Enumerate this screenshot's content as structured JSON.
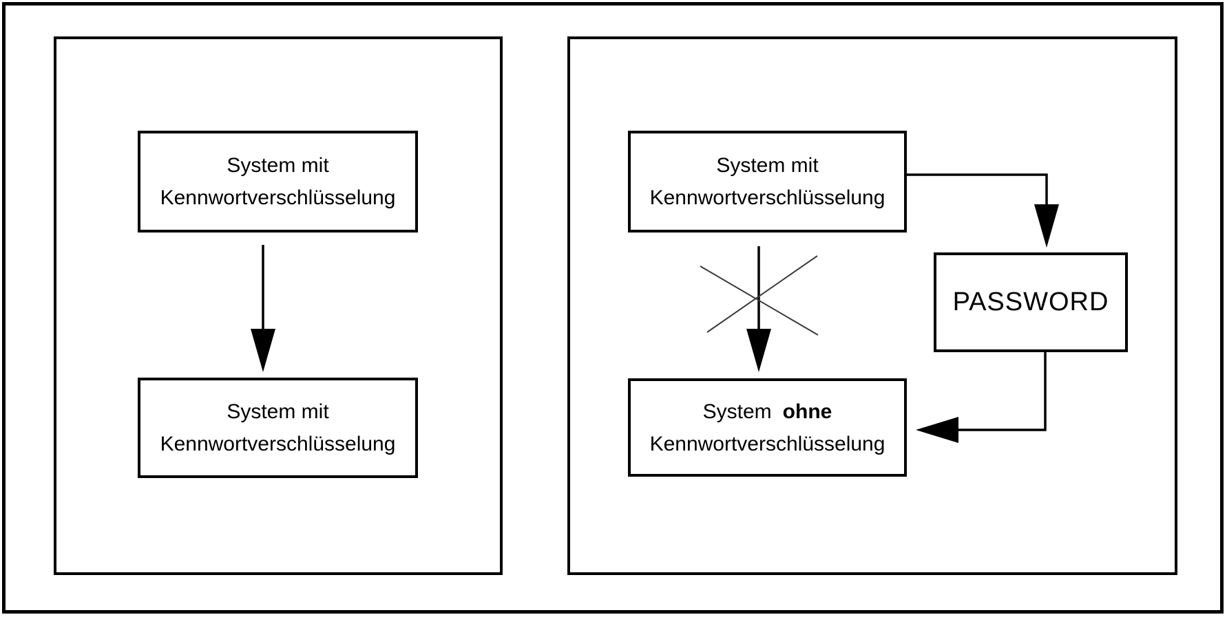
{
  "figure": {
    "left_panel": {
      "top_box": {
        "line1": "System mit",
        "line2": "Kennwortverschlüsselung"
      },
      "bottom_box": {
        "line1": "System mit",
        "line2": "Kennwortverschlüsselung"
      }
    },
    "right_panel": {
      "top_box": {
        "line1": "System mit",
        "line2": "Kennwortverschlüsselung"
      },
      "bottom_box": {
        "line1_word1": "System",
        "line1_word2_bold": "ohne",
        "line2": "Kennwortverschlüsselung"
      },
      "password_box": {
        "label": "PASSWORD"
      }
    },
    "colors": {
      "ink": "#000000",
      "cross_lines": "#3a3a3a",
      "background": "#ffffff"
    }
  }
}
